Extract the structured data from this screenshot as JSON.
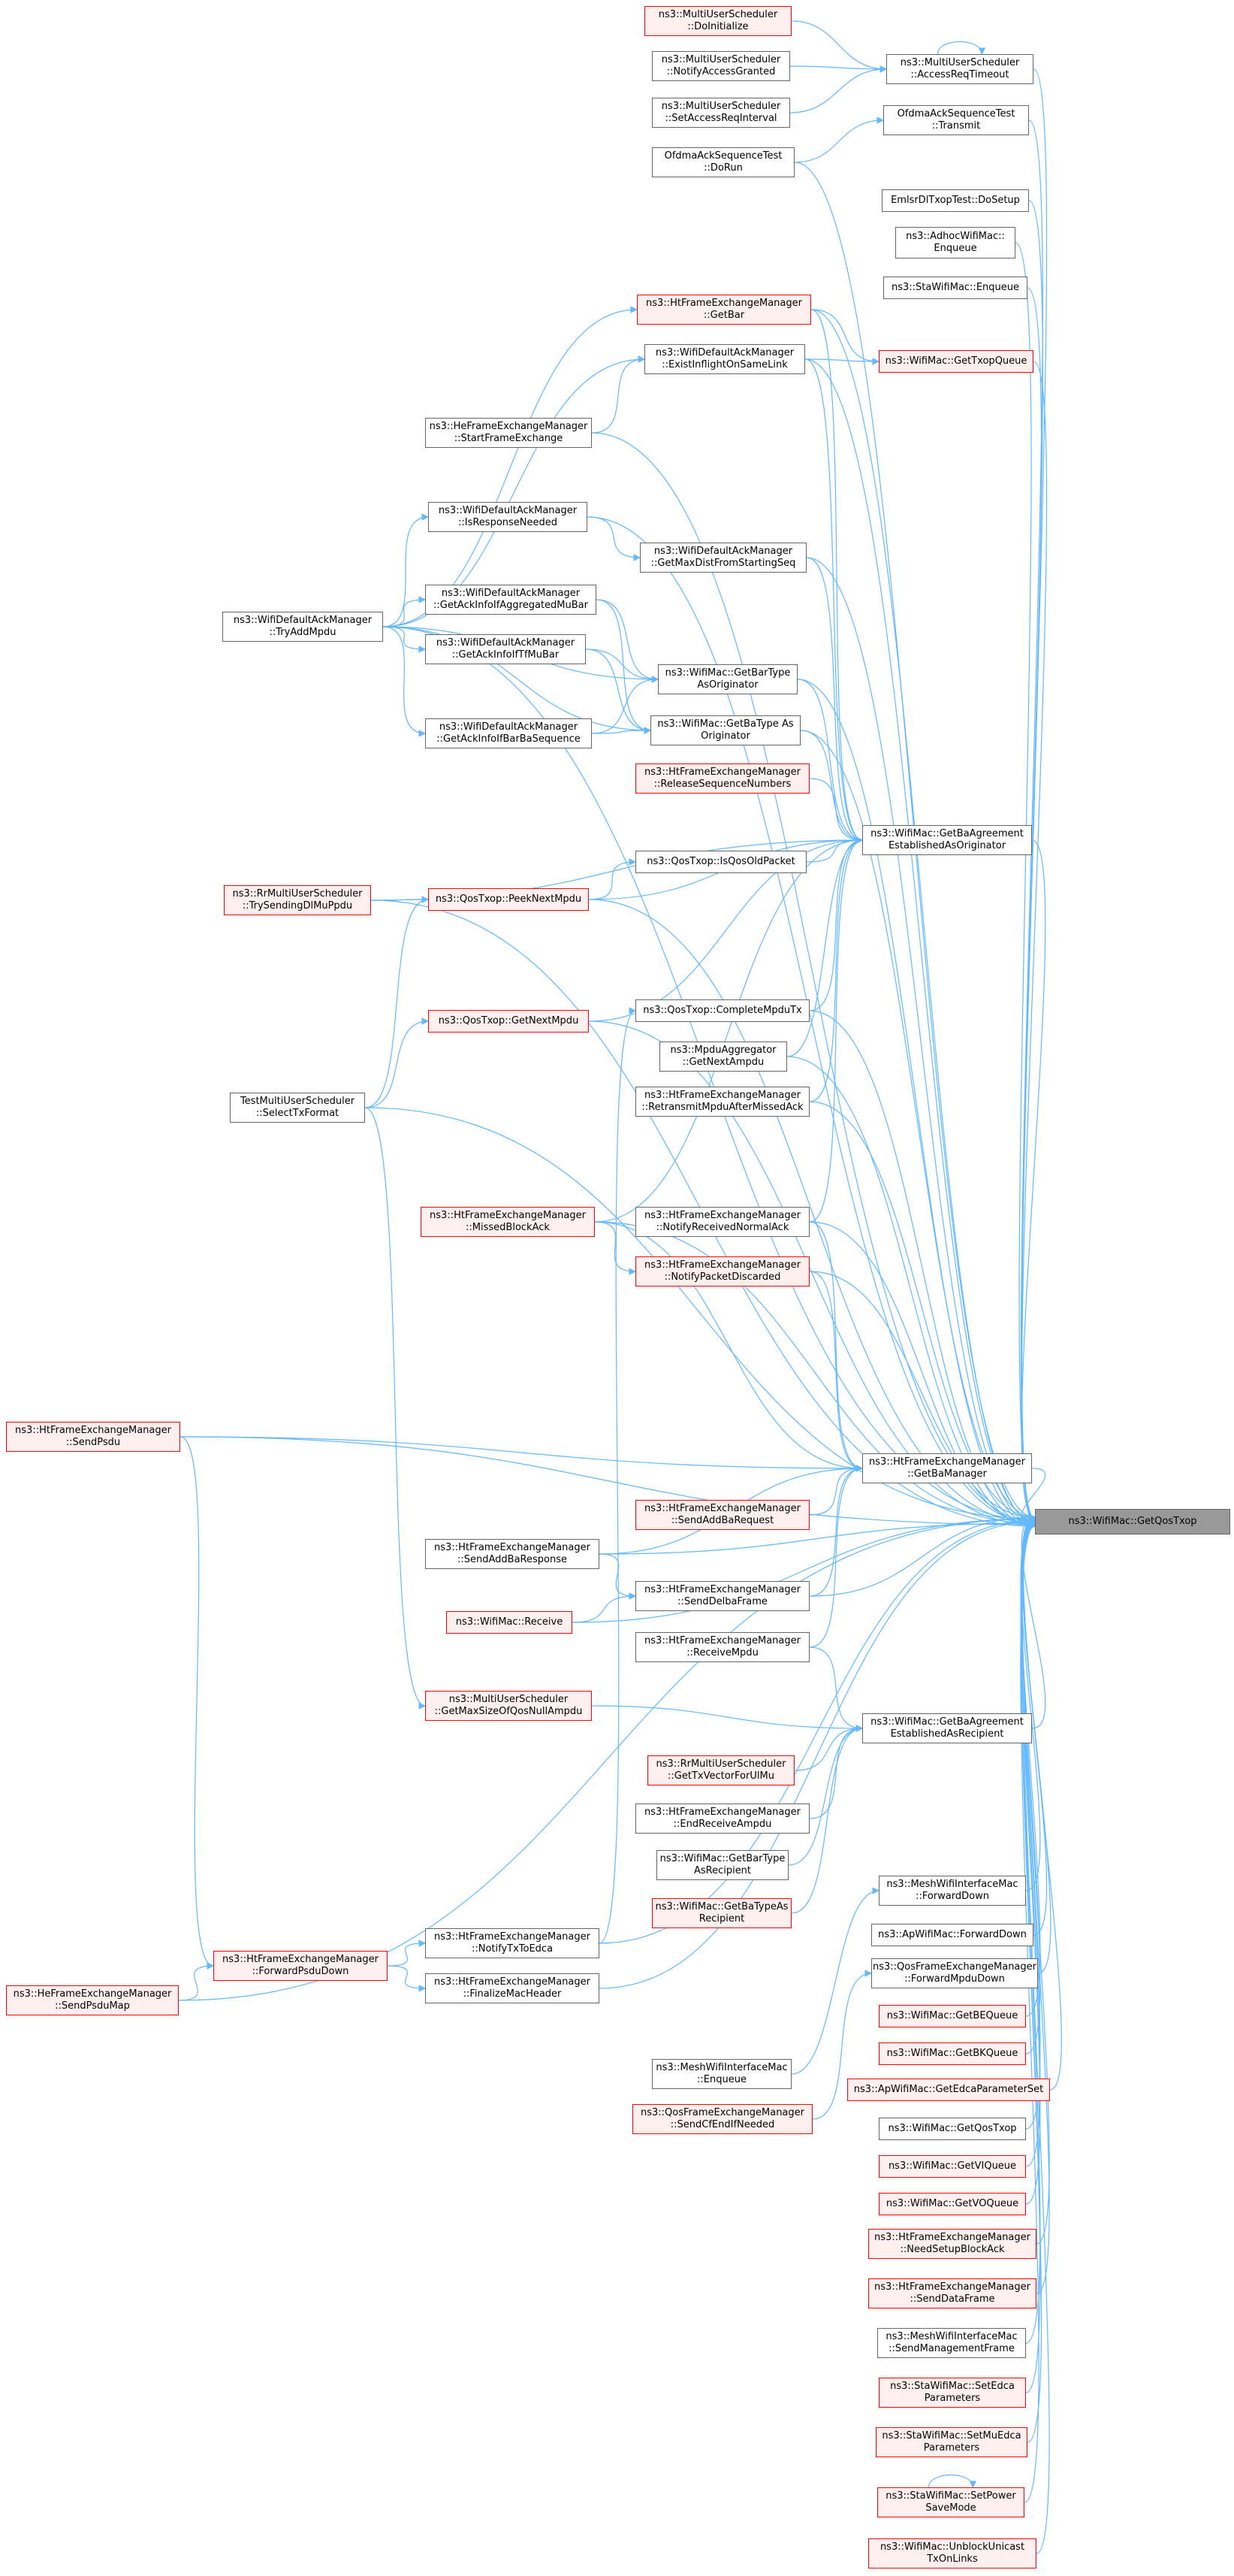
{
  "colors": {
    "edge": "#63b8ff",
    "normal_border": "#666666",
    "red_border": "#ff0000",
    "red_fill": "#fff0f0",
    "focus_fill": "#999999"
  },
  "diagram": {
    "nodes": [
      {
        "id": "target",
        "lines": [
          "ns3::WifiMac::GetQosTxop"
        ],
        "style": "focus"
      },
      {
        "id": "mu_doinit",
        "lines": [
          "ns3::MultiUserScheduler",
          "::DoInitialize"
        ],
        "style": "red"
      },
      {
        "id": "mu_notifyaccess",
        "lines": [
          "ns3::MultiUserScheduler",
          "::NotifyAccessGranted"
        ],
        "style": "normal"
      },
      {
        "id": "mu_setaccess",
        "lines": [
          "ns3::MultiUserScheduler",
          "::SetAccessReqInterval"
        ],
        "style": "normal"
      },
      {
        "id": "mu_accesstimeout",
        "lines": [
          "ns3::MultiUserScheduler",
          "::AccessReqTimeout"
        ],
        "style": "normal"
      },
      {
        "id": "ofdma_transmit",
        "lines": [
          "OfdmaAckSequenceTest",
          "::Transmit"
        ],
        "style": "normal"
      },
      {
        "id": "ofdma_dorun",
        "lines": [
          "OfdmaAckSequenceTest",
          "::DoRun"
        ],
        "style": "normal"
      },
      {
        "id": "emlsr",
        "lines": [
          "EmlsrDlTxopTest::DoSetup"
        ],
        "style": "normal"
      },
      {
        "id": "adhoc_enqueue",
        "lines": [
          "ns3::AdhocWifiMac::",
          "Enqueue"
        ],
        "style": "normal"
      },
      {
        "id": "sta_enqueue",
        "lines": [
          "ns3::StaWifiMac::Enqueue"
        ],
        "style": "normal"
      },
      {
        "id": "ht_getbar",
        "lines": [
          "ns3::HtFrameExchangeManager",
          "::GetBar"
        ],
        "style": "red"
      },
      {
        "id": "wdam_existinflight",
        "lines": [
          "ns3::WifiDefaultAckManager",
          "::ExistInflightOnSameLink"
        ],
        "style": "normal"
      },
      {
        "id": "wm_gettxopqueue",
        "lines": [
          "ns3::WifiMac::GetTxopQueue"
        ],
        "style": "red"
      },
      {
        "id": "he_startframe",
        "lines": [
          "ns3::HeFrameExchangeManager",
          "::StartFrameExchange"
        ],
        "style": "normal"
      },
      {
        "id": "wdam_isresponse",
        "lines": [
          "ns3::WifiDefaultAckManager",
          "::IsResponseNeeded"
        ],
        "style": "normal"
      },
      {
        "id": "wdam_getmaxdist",
        "lines": [
          "ns3::WifiDefaultAckManager",
          "::GetMaxDistFromStartingSeq"
        ],
        "style": "normal"
      },
      {
        "id": "wdam_tryadd",
        "lines": [
          "ns3::WifiDefaultAckManager",
          "::TryAddMpdu"
        ],
        "style": "normal"
      },
      {
        "id": "wdam_ackinfoagg",
        "lines": [
          "ns3::WifiDefaultAckManager",
          "::GetAckInfoIfAggregatedMuBar"
        ],
        "style": "normal"
      },
      {
        "id": "wdam_ackinfotf",
        "lines": [
          "ns3::WifiDefaultAckManager",
          "::GetAckInfoIfTfMuBar"
        ],
        "style": "normal"
      },
      {
        "id": "wm_getbartype_orig",
        "lines": [
          "ns3::WifiMac::GetBarType",
          "AsOriginator"
        ],
        "style": "normal"
      },
      {
        "id": "wm_getbatype_orig",
        "lines": [
          "ns3::WifiMac::GetBaType As",
          "Originator"
        ],
        "style": "normal"
      },
      {
        "id": "wdam_ackinfobar",
        "lines": [
          "ns3::WifiDefaultAckManager",
          "::GetAckInfoIfBarBaSequence"
        ],
        "style": "normal"
      },
      {
        "id": "ht_releaseseq",
        "lines": [
          "ns3::HtFrameExchangeManager",
          "::ReleaseSequenceNumbers"
        ],
        "style": "red"
      },
      {
        "id": "wm_getbaagree_orig",
        "lines": [
          "ns3::WifiMac::GetBaAgreement",
          "EstablishedAsOriginator"
        ],
        "style": "normal"
      },
      {
        "id": "qos_isqosold",
        "lines": [
          "ns3::QosTxop::IsQosOldPacket"
        ],
        "style": "normal"
      },
      {
        "id": "rr_trysending",
        "lines": [
          "ns3::RrMultiUserScheduler",
          "::TrySendingDlMuPpdu"
        ],
        "style": "red"
      },
      {
        "id": "qos_peeknext",
        "lines": [
          "ns3::QosTxop::PeekNextMpdu"
        ],
        "style": "red"
      },
      {
        "id": "qos_completempdu",
        "lines": [
          "ns3::QosTxop::CompleteMpduTx"
        ],
        "style": "normal"
      },
      {
        "id": "qos_getnext",
        "lines": [
          "ns3::QosTxop::GetNextMpdu"
        ],
        "style": "red"
      },
      {
        "id": "mpduagg_getnext",
        "lines": [
          "ns3::MpduAggregator",
          "::GetNextAmpdu"
        ],
        "style": "normal"
      },
      {
        "id": "test_selecttx",
        "lines": [
          "TestMultiUserScheduler",
          "::SelectTxFormat"
        ],
        "style": "normal"
      },
      {
        "id": "ht_retransmit",
        "lines": [
          "ns3::HtFrameExchangeManager",
          "::RetransmitMpduAfterMissedAck"
        ],
        "style": "normal"
      },
      {
        "id": "ht_missedblock",
        "lines": [
          "ns3::HtFrameExchangeManager",
          "::MissedBlockAck"
        ],
        "style": "red"
      },
      {
        "id": "ht_notifyrecv",
        "lines": [
          "ns3::HtFrameExchangeManager",
          "::NotifyReceivedNormalAck"
        ],
        "style": "normal"
      },
      {
        "id": "ht_notifydiscard",
        "lines": [
          "ns3::HtFrameExchangeManager",
          "::NotifyPacketDiscarded"
        ],
        "style": "red"
      },
      {
        "id": "ht_sendpsdu",
        "lines": [
          "ns3::HtFrameExchangeManager",
          "::SendPsdu"
        ],
        "style": "red"
      },
      {
        "id": "ht_getbamanager",
        "lines": [
          "ns3::HtFrameExchangeManager",
          "::GetBaManager"
        ],
        "style": "normal"
      },
      {
        "id": "ht_sendaddbareq",
        "lines": [
          "ns3::HtFrameExchangeManager",
          "::SendAddBaRequest"
        ],
        "style": "red"
      },
      {
        "id": "ht_sendaddbaresp",
        "lines": [
          "ns3::HtFrameExchangeManager",
          "::SendAddBaResponse"
        ],
        "style": "normal"
      },
      {
        "id": "ht_senddelba",
        "lines": [
          "ns3::HtFrameExchangeManager",
          "::SendDelbaFrame"
        ],
        "style": "normal"
      },
      {
        "id": "wm_receive",
        "lines": [
          "ns3::WifiMac::Receive"
        ],
        "style": "red"
      },
      {
        "id": "ht_receivempdu",
        "lines": [
          "ns3::HtFrameExchangeManager",
          "::ReceiveMpdu"
        ],
        "style": "normal"
      },
      {
        "id": "mu_getmaxsize",
        "lines": [
          "ns3::MultiUserScheduler",
          "::GetMaxSizeOfQosNullAmpdu"
        ],
        "style": "red"
      },
      {
        "id": "wm_getbaagree_rec",
        "lines": [
          "ns3::WifiMac::GetBaAgreement",
          "EstablishedAsRecipient"
        ],
        "style": "normal"
      },
      {
        "id": "rr_gettxvector",
        "lines": [
          "ns3::RrMultiUserScheduler",
          "::GetTxVectorForUlMu"
        ],
        "style": "red"
      },
      {
        "id": "ht_endreceive",
        "lines": [
          "ns3::HtFrameExchangeManager",
          "::EndReceiveAmpdu"
        ],
        "style": "normal"
      },
      {
        "id": "wm_getbartype_rec",
        "lines": [
          "ns3::WifiMac::GetBarType",
          "AsRecipient"
        ],
        "style": "normal"
      },
      {
        "id": "wm_getbatype_rec",
        "lines": [
          "ns3::WifiMac::GetBaTypeAs",
          "Recipient"
        ],
        "style": "red"
      },
      {
        "id": "mesh_forwarddown",
        "lines": [
          "ns3::MeshWifiInterfaceMac",
          "::ForwardDown"
        ],
        "style": "normal"
      },
      {
        "id": "ap_forwarddown",
        "lines": [
          "ns3::ApWifiMac::ForwardDown"
        ],
        "style": "normal"
      },
      {
        "id": "ht_notifytxtoedca",
        "lines": [
          "ns3::HtFrameExchangeManager",
          "::NotifyTxToEdca"
        ],
        "style": "normal"
      },
      {
        "id": "ht_forwardpsdudown",
        "lines": [
          "ns3::HtFrameExchangeManager",
          "::ForwardPsduDown"
        ],
        "style": "red"
      },
      {
        "id": "qfem_forwardmpdudown",
        "lines": [
          "ns3::QosFrameExchangeManager",
          "::ForwardMpduDown"
        ],
        "style": "normal"
      },
      {
        "id": "he_sendpsdumap",
        "lines": [
          "ns3::HeFrameExchangeManager",
          "::SendPsduMap"
        ],
        "style": "red"
      },
      {
        "id": "ht_finalizemac",
        "lines": [
          "ns3::HtFrameExchangeManager",
          "::FinalizeMacHeader"
        ],
        "style": "normal"
      },
      {
        "id": "wm_getbequeue",
        "lines": [
          "ns3::WifiMac::GetBEQueue"
        ],
        "style": "red"
      },
      {
        "id": "wm_getbkqueue",
        "lines": [
          "ns3::WifiMac::GetBKQueue"
        ],
        "style": "red"
      },
      {
        "id": "mesh_enqueue",
        "lines": [
          "ns3::MeshWifiInterfaceMac",
          "::Enqueue"
        ],
        "style": "normal"
      },
      {
        "id": "ap_getedca",
        "lines": [
          "ns3::ApWifiMac::GetEdcaParameterSet"
        ],
        "style": "red"
      },
      {
        "id": "qfem_sendcfend",
        "lines": [
          "ns3::QosFrameExchangeManager",
          "::SendCfEndIfNeeded"
        ],
        "style": "red"
      },
      {
        "id": "wm_getqostxop2",
        "lines": [
          "ns3::WifiMac::GetQosTxop"
        ],
        "style": "normal"
      },
      {
        "id": "wm_getviqueue",
        "lines": [
          "ns3::WifiMac::GetVIQueue"
        ],
        "style": "red"
      },
      {
        "id": "wm_getvoqueue",
        "lines": [
          "ns3::WifiMac::GetVOQueue"
        ],
        "style": "red"
      },
      {
        "id": "ht_needsetup",
        "lines": [
          "ns3::HtFrameExchangeManager",
          "::NeedSetupBlockAck"
        ],
        "style": "red"
      },
      {
        "id": "ht_senddata",
        "lines": [
          "ns3::HtFrameExchangeManager",
          "::SendDataFrame"
        ],
        "style": "red"
      },
      {
        "id": "mesh_sendmgmt",
        "lines": [
          "ns3::MeshWifiInterfaceMac",
          "::SendManagementFrame"
        ],
        "style": "normal"
      },
      {
        "id": "sta_setedca",
        "lines": [
          "ns3::StaWifiMac::SetEdca",
          "Parameters"
        ],
        "style": "red"
      },
      {
        "id": "sta_setmuedca",
        "lines": [
          "ns3::StaWifiMac::SetMuEdca",
          "Parameters"
        ],
        "style": "red"
      },
      {
        "id": "sta_setpower",
        "lines": [
          "ns3::StaWifiMac::SetPower",
          "SaveMode"
        ],
        "style": "red"
      },
      {
        "id": "wm_unblock",
        "lines": [
          "ns3::WifiMac::UnblockUnicast",
          "TxOnLinks"
        ],
        "style": "red"
      }
    ],
    "edges": [
      [
        "mu_doinit",
        "mu_accesstimeout"
      ],
      [
        "mu_notifyaccess",
        "mu_accesstimeout"
      ],
      [
        "mu_setaccess",
        "mu_accesstimeout"
      ],
      [
        "mu_accesstimeout",
        "mu_accesstimeout"
      ],
      [
        "ofdma_dorun",
        "ofdma_transmit"
      ],
      [
        "mu_accesstimeout",
        "target"
      ],
      [
        "ofdma_transmit",
        "target"
      ],
      [
        "ofdma_dorun",
        "target"
      ],
      [
        "emlsr",
        "target"
      ],
      [
        "adhoc_enqueue",
        "target"
      ],
      [
        "sta_enqueue",
        "target"
      ],
      [
        "ht_getbar",
        "target"
      ],
      [
        "wm_gettxopqueue",
        "target"
      ],
      [
        "ht_getbar",
        "wm_gettxopqueue"
      ],
      [
        "wdam_existinflight",
        "wm_gettxopqueue"
      ],
      [
        "he_startframe",
        "wdam_existinflight"
      ],
      [
        "wdam_tryadd",
        "wdam_existinflight"
      ],
      [
        "wdam_tryadd",
        "ht_getbar"
      ],
      [
        "wdam_tryadd",
        "wdam_isresponse"
      ],
      [
        "wdam_tryadd",
        "wdam_ackinfoagg"
      ],
      [
        "wdam_tryadd",
        "wdam_ackinfotf"
      ],
      [
        "wdam_tryadd",
        "wdam_ackinfobar"
      ],
      [
        "wdam_tryadd",
        "wm_getbartype_orig"
      ],
      [
        "wdam_tryadd",
        "wm_getbatype_orig"
      ],
      [
        "wdam_isresponse",
        "wdam_getmaxdist"
      ],
      [
        "wdam_ackinfoagg",
        "wm_getbartype_orig"
      ],
      [
        "wdam_ackinfoagg",
        "wm_getbatype_orig"
      ],
      [
        "wdam_ackinfotf",
        "wm_getbartype_orig"
      ],
      [
        "wdam_ackinfotf",
        "wm_getbatype_orig"
      ],
      [
        "wdam_ackinfobar",
        "wm_getbartype_orig"
      ],
      [
        "wdam_ackinfobar",
        "wm_getbatype_orig"
      ],
      [
        "he_startframe",
        "target"
      ],
      [
        "wdam_isresponse",
        "target"
      ],
      [
        "wdam_getmaxdist",
        "target"
      ],
      [
        "wm_getbartype_orig",
        "target"
      ],
      [
        "wm_getbatype_orig",
        "target"
      ],
      [
        "ht_getbar",
        "wm_getbaagree_orig"
      ],
      [
        "wdam_existinflight",
        "wm_getbaagree_orig"
      ],
      [
        "wdam_getmaxdist",
        "wm_getbaagree_orig"
      ],
      [
        "wm_getbartype_orig",
        "wm_getbaagree_orig"
      ],
      [
        "wm_getbatype_orig",
        "wm_getbaagree_orig"
      ],
      [
        "ht_releaseseq",
        "wm_getbaagree_orig"
      ],
      [
        "wm_getbaagree_orig",
        "target"
      ],
      [
        "qos_isqosold",
        "wm_getbaagree_orig"
      ],
      [
        "qos_peeknext",
        "qos_isqosold"
      ],
      [
        "rr_trysending",
        "qos_peeknext"
      ],
      [
        "rr_trysending",
        "wm_getbaagree_orig"
      ],
      [
        "qos_peeknext",
        "wm_getbaagree_orig"
      ],
      [
        "rr_trysending",
        "target"
      ],
      [
        "test_selecttx",
        "qos_peeknext"
      ],
      [
        "test_selecttx",
        "qos_getnext"
      ],
      [
        "qos_getnext",
        "wm_getbaagree_orig"
      ],
      [
        "qos_completempdu",
        "wm_getbaagree_orig"
      ],
      [
        "mpduagg_getnext",
        "wm_getbaagree_orig"
      ],
      [
        "ht_retransmit",
        "wm_getbaagree_orig"
      ],
      [
        "mpduagg_getnext",
        "target"
      ],
      [
        "ht_retransmit",
        "target"
      ],
      [
        "test_selecttx",
        "target"
      ],
      [
        "ht_missedblock",
        "wm_getbaagree_orig"
      ],
      [
        "ht_notifyrecv",
        "wm_getbaagree_orig"
      ],
      [
        "ht_missedblock",
        "target"
      ],
      [
        "ht_notifyrecv",
        "target"
      ],
      [
        "ht_missedblock",
        "ht_notifydiscard"
      ],
      [
        "ht_notifydiscard",
        "target"
      ],
      [
        "ht_missedblock",
        "ht_getbamanager"
      ],
      [
        "ht_notifyrecv",
        "ht_getbamanager"
      ],
      [
        "ht_notifydiscard",
        "ht_getbamanager"
      ],
      [
        "ht_sendpsdu",
        "ht_getbamanager"
      ],
      [
        "ht_sendpsdu",
        "target"
      ],
      [
        "ht_sendaddbareq",
        "ht_getbamanager"
      ],
      [
        "ht_sendaddbaresp",
        "ht_getbamanager"
      ],
      [
        "ht_senddelba",
        "ht_getbamanager"
      ],
      [
        "ht_receivempdu",
        "ht_getbamanager"
      ],
      [
        "ht_getbamanager",
        "target"
      ],
      [
        "ht_sendaddbaresp",
        "target"
      ],
      [
        "ht_sendaddbaresp",
        "ht_senddelba"
      ],
      [
        "wm_receive",
        "ht_senddelba"
      ],
      [
        "ht_senddelba",
        "target"
      ],
      [
        "wm_receive",
        "target"
      ],
      [
        "ht_receivempdu",
        "wm_getbaagree_rec"
      ],
      [
        "mu_getmaxsize",
        "wm_getbaagree_rec"
      ],
      [
        "rr_gettxvector",
        "wm_getbaagree_rec"
      ],
      [
        "ht_endreceive",
        "wm_getbaagree_rec"
      ],
      [
        "wm_getbartype_rec",
        "wm_getbaagree_rec"
      ],
      [
        "wm_getbatype_rec",
        "wm_getbaagree_rec"
      ],
      [
        "wm_getbaagree_rec",
        "target"
      ],
      [
        "test_selecttx",
        "mu_getmaxsize"
      ],
      [
        "ht_notifytxtoedca",
        "qos_completempdu"
      ],
      [
        "ht_forwardpsdudown",
        "ht_notifytxtoedca"
      ],
      [
        "ht_forwardpsdudown",
        "ht_finalizemac"
      ],
      [
        "ht_sendpsdu",
        "ht_forwardpsdudown"
      ],
      [
        "he_sendpsdumap",
        "ht_forwardpsdudown"
      ],
      [
        "he_sendpsdumap",
        "target"
      ],
      [
        "ht_notifytxtoedca",
        "target"
      ],
      [
        "ht_finalizemac",
        "target"
      ],
      [
        "mesh_enqueue",
        "mesh_forwarddown"
      ],
      [
        "qfem_sendcfend",
        "qfem_forwardmpdudown"
      ],
      [
        "mesh_forwarddown",
        "target"
      ],
      [
        "ap_forwarddown",
        "target"
      ],
      [
        "qfem_forwardmpdudown",
        "target"
      ],
      [
        "wm_getbequeue",
        "target"
      ],
      [
        "wm_getbkqueue",
        "target"
      ],
      [
        "ap_getedca",
        "target"
      ],
      [
        "wm_getqostxop2",
        "target"
      ],
      [
        "wm_getviqueue",
        "target"
      ],
      [
        "wm_getvoqueue",
        "target"
      ],
      [
        "ht_needsetup",
        "target"
      ],
      [
        "ht_senddata",
        "target"
      ],
      [
        "mesh_sendmgmt",
        "target"
      ],
      [
        "sta_setedca",
        "target"
      ],
      [
        "sta_setmuedca",
        "target"
      ],
      [
        "sta_setpower",
        "target"
      ],
      [
        "sta_setpower",
        "sta_setpower"
      ],
      [
        "wm_unblock",
        "target"
      ],
      [
        "wdam_tryadd",
        "target"
      ],
      [
        "wdam_existinflight",
        "target"
      ],
      [
        "qos_peeknext",
        "target"
      ],
      [
        "qos_getnext",
        "target"
      ],
      [
        "qos_completempdu",
        "target"
      ]
    ]
  }
}
